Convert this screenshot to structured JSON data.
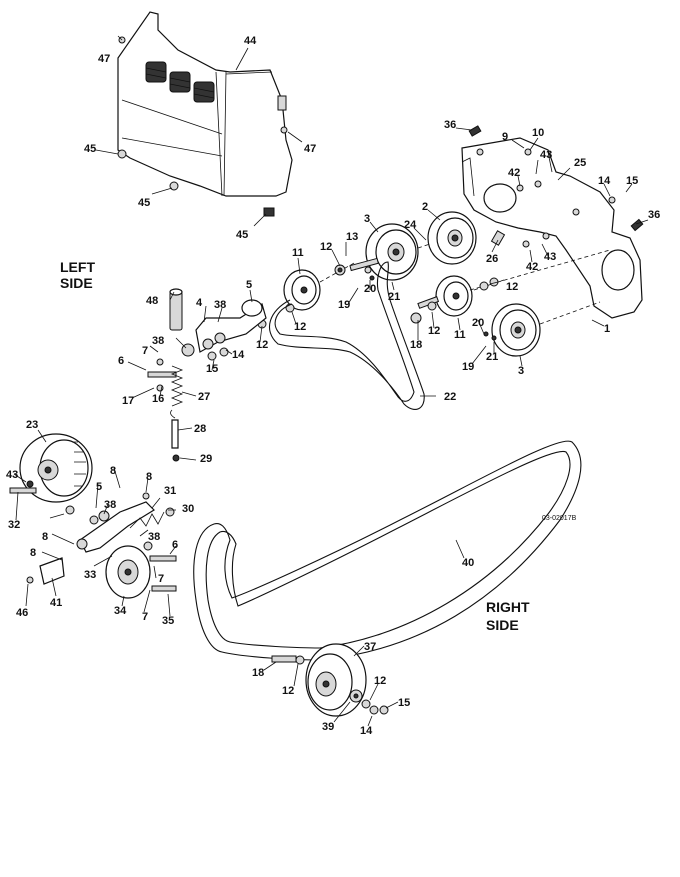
{
  "side_labels": {
    "left_line1": "LEFT",
    "left_line2": "SIDE",
    "right_line1": "RIGHT",
    "right_line2": "SIDE"
  },
  "figure_code": "03-02017B",
  "callouts": {
    "c47a": "47",
    "c44": "44",
    "c47b": "47",
    "c45a": "45",
    "c45b": "45",
    "c45c": "45",
    "c36a": "36",
    "c9": "9",
    "c10": "10",
    "c43a": "43",
    "c42a": "42",
    "c25": "25",
    "c14a": "14",
    "c15a": "15",
    "c36b": "36",
    "c24": "24",
    "c2": "2",
    "c3a": "3",
    "c13": "13",
    "c12a": "12",
    "c11a": "11",
    "c26": "26",
    "c42b": "42",
    "c43b": "43",
    "c12b": "12",
    "c5a": "5",
    "c48": "48",
    "c4": "4",
    "c38a": "38",
    "c19a": "19",
    "c20a": "20",
    "c21a": "21",
    "c12c": "12",
    "c12d": "12",
    "c18a": "18",
    "c12e": "12",
    "c11b": "11",
    "c20b": "20",
    "c19b": "19",
    "c21b": "21",
    "c1": "1",
    "c3b": "3",
    "c38b": "38",
    "c7a": "7",
    "c6a": "6",
    "c14b": "14",
    "c15b": "15",
    "c17": "17",
    "c16": "16",
    "c27": "27",
    "c22": "22",
    "c28": "28",
    "c29": "29",
    "c23": "23",
    "c43c": "43",
    "c32": "32",
    "c8a": "8",
    "c8b": "8",
    "c5b": "5",
    "c38c": "38",
    "c31": "31",
    "c30": "30",
    "c8c": "8",
    "c38d": "38",
    "c6b": "6",
    "c33": "33",
    "c7b": "7",
    "c8d": "8",
    "c46": "46",
    "c41": "41",
    "c34": "34",
    "c7c": "7",
    "c35": "35",
    "c40": "40",
    "c37": "37",
    "c18b": "18",
    "c12f": "12",
    "c12g": "12",
    "c15c": "15",
    "c39": "39",
    "c14c": "14"
  }
}
